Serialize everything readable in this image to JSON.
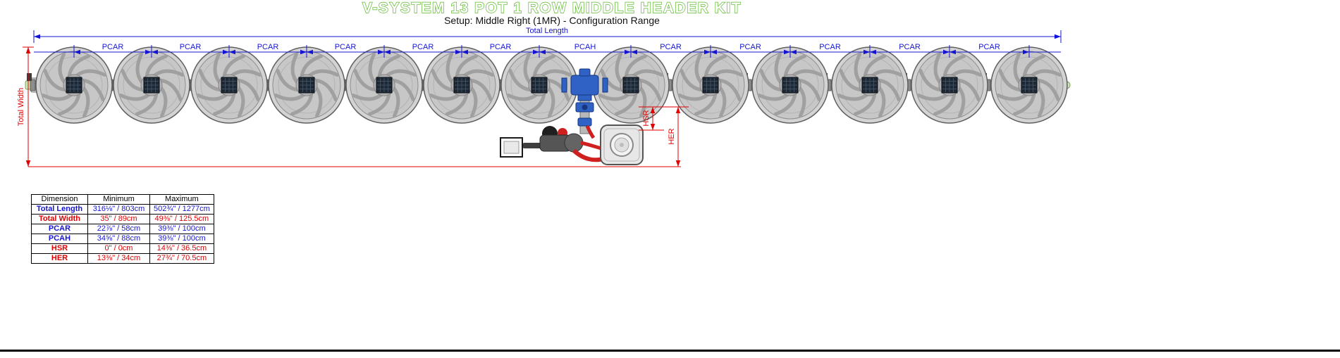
{
  "title": "V-SYSTEM 13 POT 1 ROW MIDDLE HEADER KIT",
  "subtitle": "Setup: Middle Right (1MR) - Configuration Range",
  "colors": {
    "dim_blue": "#1414d6",
    "dim_red": "#e00000",
    "title_green": "#5cb82b"
  },
  "diagram": {
    "pot_count": 13,
    "total_length_label": "Total Length",
    "total_width_label": "Total Width",
    "hsr_label": "HSR",
    "her_label": "HER",
    "gap_labels": [
      "PCAR",
      "PCAR",
      "PCAR",
      "PCAR",
      "PCAR",
      "PCAR",
      "PCAH",
      "PCAR",
      "PCAR",
      "PCAR",
      "PCAR",
      "PCAR"
    ]
  },
  "table": {
    "headers": [
      "Dimension",
      "Minimum",
      "Maximum"
    ],
    "rows": [
      {
        "dimension": "Total Length",
        "minimum": "316⅛\" / 803cm",
        "maximum": "502¾\" / 1277cm",
        "color": "blue"
      },
      {
        "dimension": "Total Width",
        "minimum": "35\" / 89cm",
        "maximum": "49⅜\" / 125.5cm",
        "color": "red"
      },
      {
        "dimension": "PCAR",
        "minimum": "22⅞\" / 58cm",
        "maximum": "39⅜\" / 100cm",
        "color": "blue"
      },
      {
        "dimension": "PCAH",
        "minimum": "34⅝\" / 88cm",
        "maximum": "39⅜\" / 100cm",
        "color": "blue"
      },
      {
        "dimension": "HSR",
        "minimum": "0\" / 0cm",
        "maximum": "14⅜\" / 36.5cm",
        "color": "red"
      },
      {
        "dimension": "HER",
        "minimum": "13⅜\" / 34cm",
        "maximum": "27¾\" / 70.5cm",
        "color": "red"
      }
    ]
  }
}
